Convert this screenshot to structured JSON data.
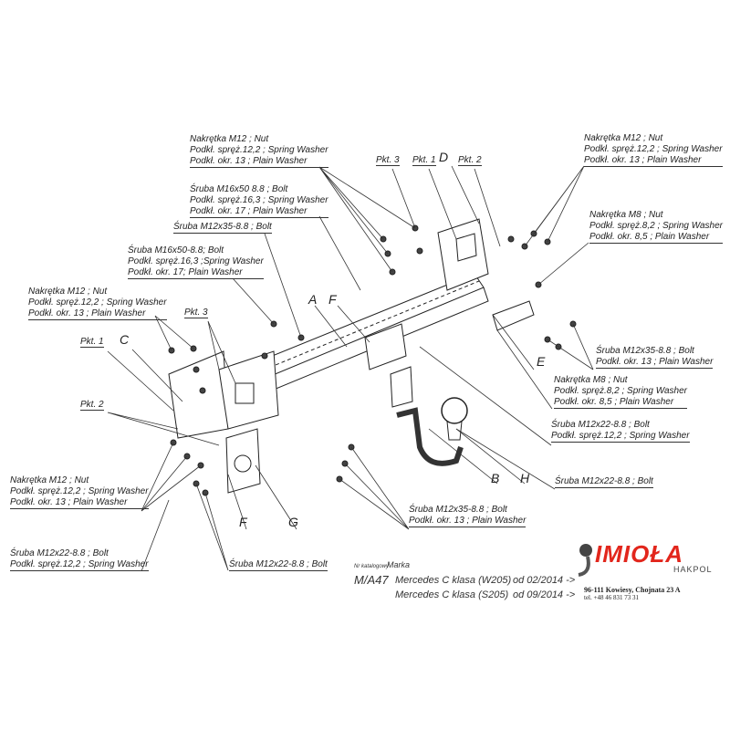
{
  "callouts": [
    {
      "id": "nut-top-left",
      "lines": [
        "Nakrętka  M12 ; Nut",
        "Podkł. spręż.12,2 ; Spring Washer",
        "Podkł. okr. 13 ; Plain Washer"
      ]
    },
    {
      "id": "bolt-m16-top",
      "lines": [
        "Śruba M16x50 8.8 ;  Bolt",
        "Podkł. spręż.16,3 ; Spring Washer",
        "Podkł. okr. 17 ; Plain Washer"
      ]
    },
    {
      "id": "bolt-m12x35-top",
      "lines": [
        "Śruba M12x35-8.8 ;  Bolt"
      ]
    },
    {
      "id": "bolt-m16-left",
      "lines": [
        "Śruba M16x50-8.8; Bolt",
        "Podkł. spręż.16,3 ;Spring Washer",
        "Podkł. okr. 17; Plain Washer"
      ]
    },
    {
      "id": "nut-left",
      "lines": [
        "Nakrętka  M12 ; Nut",
        "Podkł. spręż.12,2 ; Spring Washer",
        "Podkł. okr. 13 ; Plain Washer"
      ]
    },
    {
      "id": "nut-top-right",
      "lines": [
        "Nakrętka  M12 ; Nut",
        "Podkł. spręż.12,2 ; Spring Washer",
        "Podkł. okr. 13 ; Plain Washer"
      ]
    },
    {
      "id": "nut-m8-top-right",
      "lines": [
        "Nakrętka  M8 ; Nut",
        "Podkł. spręż.8,2 ; Spring Washer",
        "Podkł. okr. 8,5 ; Plain Washer"
      ]
    },
    {
      "id": "bolt-m12x35-right",
      "lines": [
        "Śruba M12x35-8.8 ;  Bolt",
        "Podkł. okr. 13 ; Plain Washer"
      ]
    },
    {
      "id": "nut-m8-right",
      "lines": [
        "Nakrętka  M8 ; Nut",
        "Podkł. spręż.8,2 ; Spring Washer",
        "Podkł. okr. 8,5 ; Plain Washer"
      ]
    },
    {
      "id": "bolt-m12x22-right",
      "lines": [
        "Śruba M12x22-8.8 ;  Bolt",
        "Podkł. spręż.12,2 ; Spring Washer"
      ]
    },
    {
      "id": "bolt-m12x22-h",
      "lines": [
        "Śruba M12x22-8.8 ;  Bolt"
      ]
    },
    {
      "id": "bolt-m12x35-bottom",
      "lines": [
        "Śruba M12x35-8.8 ;  Bolt",
        "Podkł. okr. 13 ; Plain Washer"
      ]
    },
    {
      "id": "nut-bottom-left",
      "lines": [
        "Nakrętka  M12 ; Nut",
        "Podkł. spręż.12,2 ; Spring Washer",
        "Podkł. okr. 13 ; Plain Washer"
      ]
    },
    {
      "id": "bolt-m12x22-bottom-left",
      "lines": [
        "Śruba M12x22-8.8 ;  Bolt",
        "Podkł. spręż.12,2 ; Spring Washer"
      ]
    },
    {
      "id": "bolt-m12x22-bottom",
      "lines": [
        "Śruba M12x22-8.8 ;  Bolt"
      ]
    }
  ],
  "points": [
    "Pkt. 3",
    "Pkt. 1",
    "Pkt. 2",
    "Pkt. 3",
    "Pkt. 1",
    "Pkt. 2"
  ],
  "letters": [
    "D",
    "A",
    "F",
    "C",
    "E",
    "B",
    "H",
    "F",
    "G"
  ],
  "catalog": {
    "number_header": "Nr katalogowy",
    "brand_header": "Marka",
    "number": "M/A47",
    "models": [
      {
        "name": "Mercedes C klasa (W205)",
        "from": "od 02/2014  ->"
      },
      {
        "name": "Mercedes C klasa (S205)",
        "from": "od 09/2014  ->"
      }
    ]
  },
  "brand": {
    "logo": "IMIOŁA",
    "sub": "HAKPOL",
    "address": "96-111 Kowiesy, Chojnata 23 A",
    "phone": "tel. +48 46 831 73 31",
    "color": "#e2261c"
  }
}
